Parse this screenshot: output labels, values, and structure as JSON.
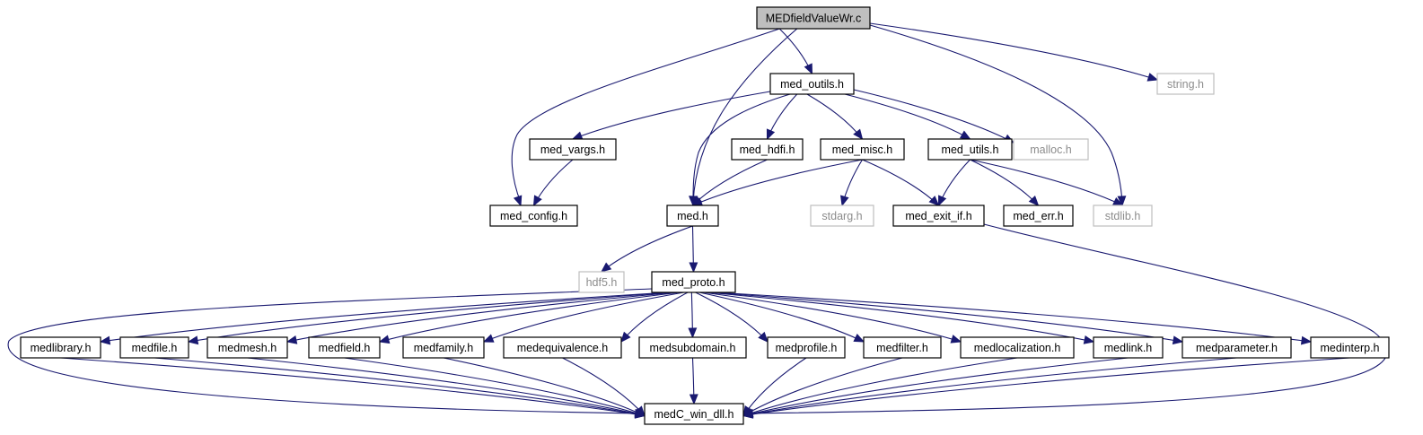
{
  "diagram": {
    "colors": {
      "edge": "#191970",
      "root_fill": "#bfbfbf",
      "node_fill": "#ffffff",
      "node_border": "#000000",
      "external_border": "#bfbfbf",
      "external_text": "#8c8c8c",
      "text": "#000000"
    },
    "nodes": [
      {
        "id": "root",
        "label": "MEDfieldValueWr.c",
        "kind": "root"
      },
      {
        "id": "med_outils",
        "label": "med_outils.h",
        "kind": "local"
      },
      {
        "id": "string",
        "label": "string.h",
        "kind": "external"
      },
      {
        "id": "med_vargs",
        "label": "med_vargs.h",
        "kind": "local"
      },
      {
        "id": "med_hdfi",
        "label": "med_hdfi.h",
        "kind": "local"
      },
      {
        "id": "med_misc",
        "label": "med_misc.h",
        "kind": "local"
      },
      {
        "id": "med_utils",
        "label": "med_utils.h",
        "kind": "local"
      },
      {
        "id": "malloc",
        "label": "malloc.h",
        "kind": "external"
      },
      {
        "id": "med_config",
        "label": "med_config.h",
        "kind": "local"
      },
      {
        "id": "med",
        "label": "med.h",
        "kind": "local"
      },
      {
        "id": "stdarg",
        "label": "stdarg.h",
        "kind": "external"
      },
      {
        "id": "med_exit_if",
        "label": "med_exit_if.h",
        "kind": "local"
      },
      {
        "id": "med_err",
        "label": "med_err.h",
        "kind": "local"
      },
      {
        "id": "stdlib",
        "label": "stdlib.h",
        "kind": "external"
      },
      {
        "id": "hdf5",
        "label": "hdf5.h",
        "kind": "external"
      },
      {
        "id": "med_proto",
        "label": "med_proto.h",
        "kind": "local"
      },
      {
        "id": "medlibrary",
        "label": "medlibrary.h",
        "kind": "local"
      },
      {
        "id": "medfile",
        "label": "medfile.h",
        "kind": "local"
      },
      {
        "id": "medmesh",
        "label": "medmesh.h",
        "kind": "local"
      },
      {
        "id": "medfield",
        "label": "medfield.h",
        "kind": "local"
      },
      {
        "id": "medfamily",
        "label": "medfamily.h",
        "kind": "local"
      },
      {
        "id": "medequivalence",
        "label": "medequivalence.h",
        "kind": "local"
      },
      {
        "id": "medsubdomain",
        "label": "medsubdomain.h",
        "kind": "local"
      },
      {
        "id": "medprofile",
        "label": "medprofile.h",
        "kind": "local"
      },
      {
        "id": "medfilter",
        "label": "medfilter.h",
        "kind": "local"
      },
      {
        "id": "medlocalization",
        "label": "medlocalization.h",
        "kind": "local"
      },
      {
        "id": "medlink",
        "label": "medlink.h",
        "kind": "local"
      },
      {
        "id": "medparameter",
        "label": "medparameter.h",
        "kind": "local"
      },
      {
        "id": "medinterp",
        "label": "medinterp.h",
        "kind": "local"
      },
      {
        "id": "medC_win_dll",
        "label": "medC_win_dll.h",
        "kind": "local"
      }
    ],
    "edges": [
      [
        "root",
        "med_outils"
      ],
      [
        "root",
        "string"
      ],
      [
        "root",
        "med_config"
      ],
      [
        "root",
        "med"
      ],
      [
        "root",
        "stdlib"
      ],
      [
        "med_outils",
        "med_vargs"
      ],
      [
        "med_outils",
        "med_hdfi"
      ],
      [
        "med_outils",
        "med_misc"
      ],
      [
        "med_outils",
        "med_utils"
      ],
      [
        "med_outils",
        "malloc"
      ],
      [
        "med_outils",
        "med"
      ],
      [
        "med_vargs",
        "med_config"
      ],
      [
        "med_hdfi",
        "med"
      ],
      [
        "med_misc",
        "med"
      ],
      [
        "med_misc",
        "stdarg"
      ],
      [
        "med_misc",
        "med_exit_if"
      ],
      [
        "med_utils",
        "med_exit_if"
      ],
      [
        "med_utils",
        "med_err"
      ],
      [
        "med_utils",
        "stdlib"
      ],
      [
        "med_exit_if",
        "medC_win_dll"
      ],
      [
        "med",
        "hdf5"
      ],
      [
        "med",
        "med_proto"
      ],
      [
        "med_proto",
        "medlibrary"
      ],
      [
        "med_proto",
        "medfile"
      ],
      [
        "med_proto",
        "medmesh"
      ],
      [
        "med_proto",
        "medfield"
      ],
      [
        "med_proto",
        "medfamily"
      ],
      [
        "med_proto",
        "medequivalence"
      ],
      [
        "med_proto",
        "medsubdomain"
      ],
      [
        "med_proto",
        "medprofile"
      ],
      [
        "med_proto",
        "medfilter"
      ],
      [
        "med_proto",
        "medlocalization"
      ],
      [
        "med_proto",
        "medlink"
      ],
      [
        "med_proto",
        "medparameter"
      ],
      [
        "med_proto",
        "medinterp"
      ],
      [
        "med_proto",
        "medC_win_dll"
      ],
      [
        "medlibrary",
        "medC_win_dll"
      ],
      [
        "medfile",
        "medC_win_dll"
      ],
      [
        "medmesh",
        "medC_win_dll"
      ],
      [
        "medfield",
        "medC_win_dll"
      ],
      [
        "medfamily",
        "medC_win_dll"
      ],
      [
        "medequivalence",
        "medC_win_dll"
      ],
      [
        "medsubdomain",
        "medC_win_dll"
      ],
      [
        "medprofile",
        "medC_win_dll"
      ],
      [
        "medfilter",
        "medC_win_dll"
      ],
      [
        "medlocalization",
        "medC_win_dll"
      ],
      [
        "medlink",
        "medC_win_dll"
      ],
      [
        "medparameter",
        "medC_win_dll"
      ],
      [
        "medinterp",
        "medC_win_dll"
      ]
    ]
  }
}
